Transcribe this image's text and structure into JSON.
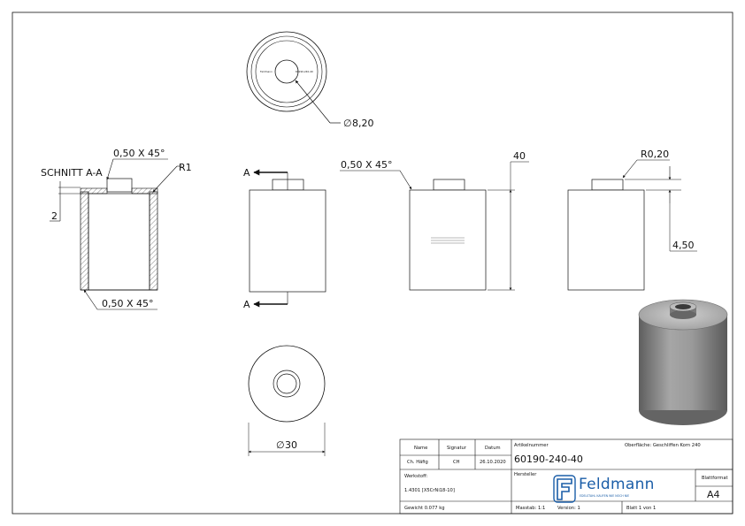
{
  "dimensions": {
    "dia_top": "8,20",
    "section_label": "SCHNITT A-A",
    "chamfer_top": "0,50 X 45°",
    "radius_section": "R1",
    "wall": "2",
    "chamfer_bottom": "0,50 X 45°",
    "section_mark": "A",
    "chamfer_front": "0,50 X 45°",
    "height": "40",
    "radius_side": "R0,20",
    "step_height": "4,50",
    "dia_bottom": "30",
    "phi": "∅",
    "top_view_tiny_left": "Feldmann",
    "top_view_tiny_right": "60190-240-40"
  },
  "title_block": {
    "col_name": "Name",
    "col_signature": "Signatur",
    "col_date": "Datum",
    "author": "Ch. Häfig",
    "signature": "CH",
    "date": "26.10.2020",
    "article_label": "Artikelnummer",
    "article_number": "60190-240-40",
    "surface": "Oberfläche: Geschliffen Korn 240",
    "material_label": "Werkstoff:",
    "material": "1.4301 [X5CrNi18-10]",
    "manufacturer_label": "Hersteller",
    "brand": "Feldmann",
    "brand_tagline": "EDELSTAHL KAUFEN WIE NOCH NIE",
    "format_label": "Blattformat",
    "format": "A4",
    "weight": "Gewicht 0.077 kg",
    "scale": "Masstab: 1:1",
    "version": "Version: 1",
    "sheet": "Blatt 1 von 1"
  },
  "colors": {
    "line": "#111111",
    "brand_blue": "#1b5ea8",
    "render_gray": "#8a8a8a"
  }
}
